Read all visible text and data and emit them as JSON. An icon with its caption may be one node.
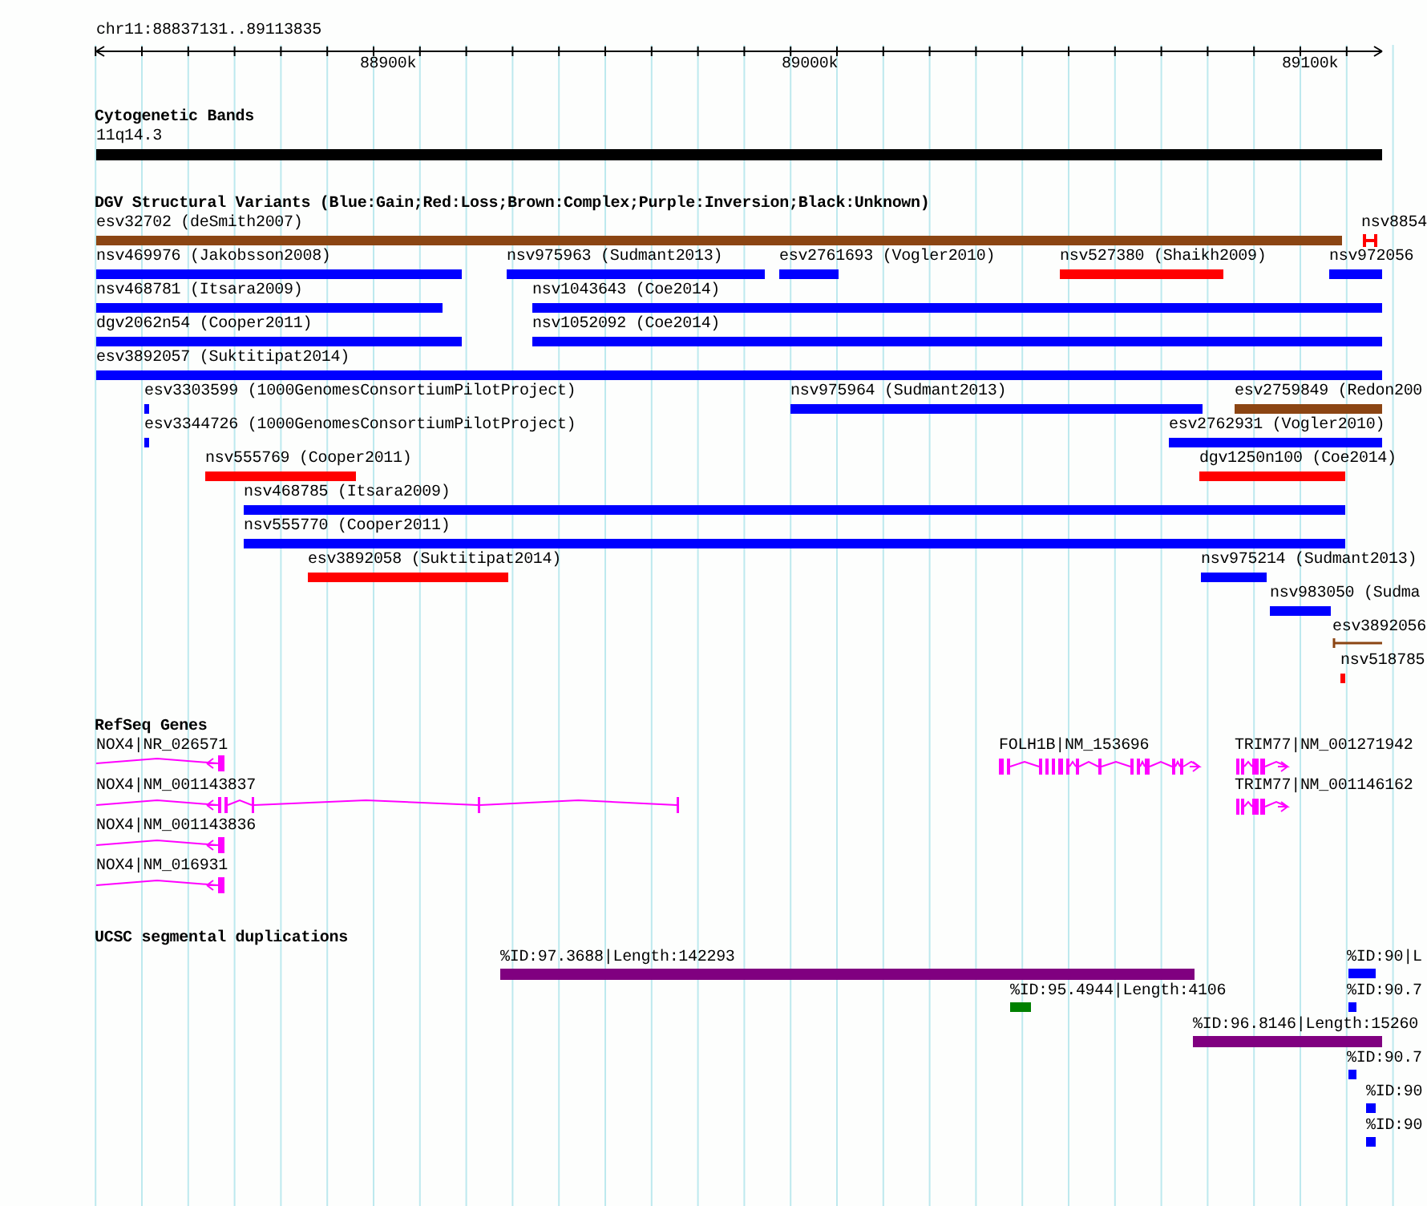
{
  "diagram": {
    "labels": [
      "chr11:88837131..89113835",
      "88900k",
      "89000k",
      "89100k",
      "Cytogenetic Bands",
      "11q14.3",
      "DGV Structural Variants (Blue:Gain;Red:Loss;Brown:Complex;Purple:Inversion;Black:Unknown)",
      "esv32702 (deSmith2007)",
      "nsv8854",
      "nsv469976 (Jakobsson2008)",
      "nsv975963 (Sudmant2013)",
      "esv2761693 (Vogler2010)",
      "nsv527380 (Shaikh2009)",
      "nsv972056",
      "nsv468781 (Itsara2009)",
      "nsv1043643 (Coe2014)",
      "dgv2062n54 (Cooper2011)",
      "nsv1052092 (Coe2014)",
      "esv3892057 (Suktitipat2014)",
      "esv3303599 (1000GenomesConsortiumPilotProject)",
      "nsv975964 (Sudmant2013)",
      "esv2759849 (Redon200",
      "esv3344726 (1000GenomesConsortiumPilotProject)",
      "esv2762931 (Vogler2010)",
      "nsv555769 (Cooper2011)",
      "dgv1250n100 (Coe2014)",
      "nsv468785 (Itsara2009)",
      "nsv555770 (Cooper2011)",
      "esv3892058 (Suktitipat2014)",
      "nsv975214 (Sudmant2013)",
      "nsv983050 (Sudma",
      "esv3892056",
      "nsv518785",
      "RefSeq Genes",
      "NOX4|NR_026571",
      "FOLH1B|NM_153696",
      "TRIM77|NM_001271942",
      "NOX4|NM_001143837",
      "TRIM77|NM_001146162",
      "NOX4|NM_001143836",
      "NOX4|NM_016931",
      "UCSC segmental duplications",
      "%ID:97.3688|Length:142293",
      "%ID:90|L",
      "%ID:95.4944|Length:4106",
      "%ID:90.7",
      "%ID:96.8146|Length:15260",
      "%ID:90.7",
      "%ID:90",
      "%ID:90"
    ]
  }
}
